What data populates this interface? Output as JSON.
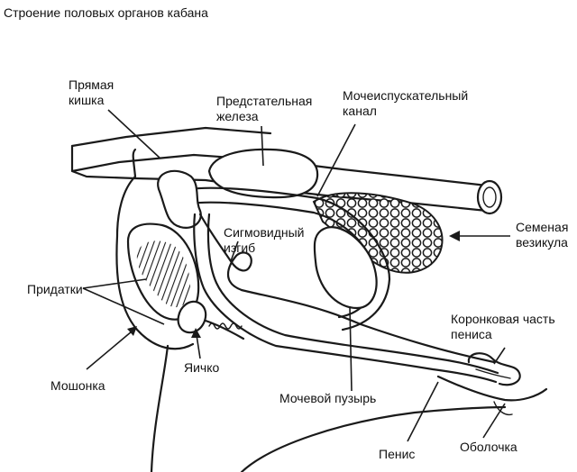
{
  "diagram": {
    "title": "Строение половых органов кабана",
    "labels": {
      "rectum": "Прямая\nкишка",
      "prostate": "Предстательная\nжелеза",
      "urethra": "Мочеиспускательный\nканал",
      "seminal_vesicle": "Семеная\nвезикула",
      "sigmoid_flexure": "Сигмовидный\nизгиб",
      "epididymis": "Придатки",
      "scrotum": "Мошонка",
      "testis": "Яичко",
      "bladder": "Мочевой пузырь",
      "glans": "Коронковая часть\nпениса",
      "penis": "Пенис",
      "sheath": "Оболочка"
    }
  }
}
